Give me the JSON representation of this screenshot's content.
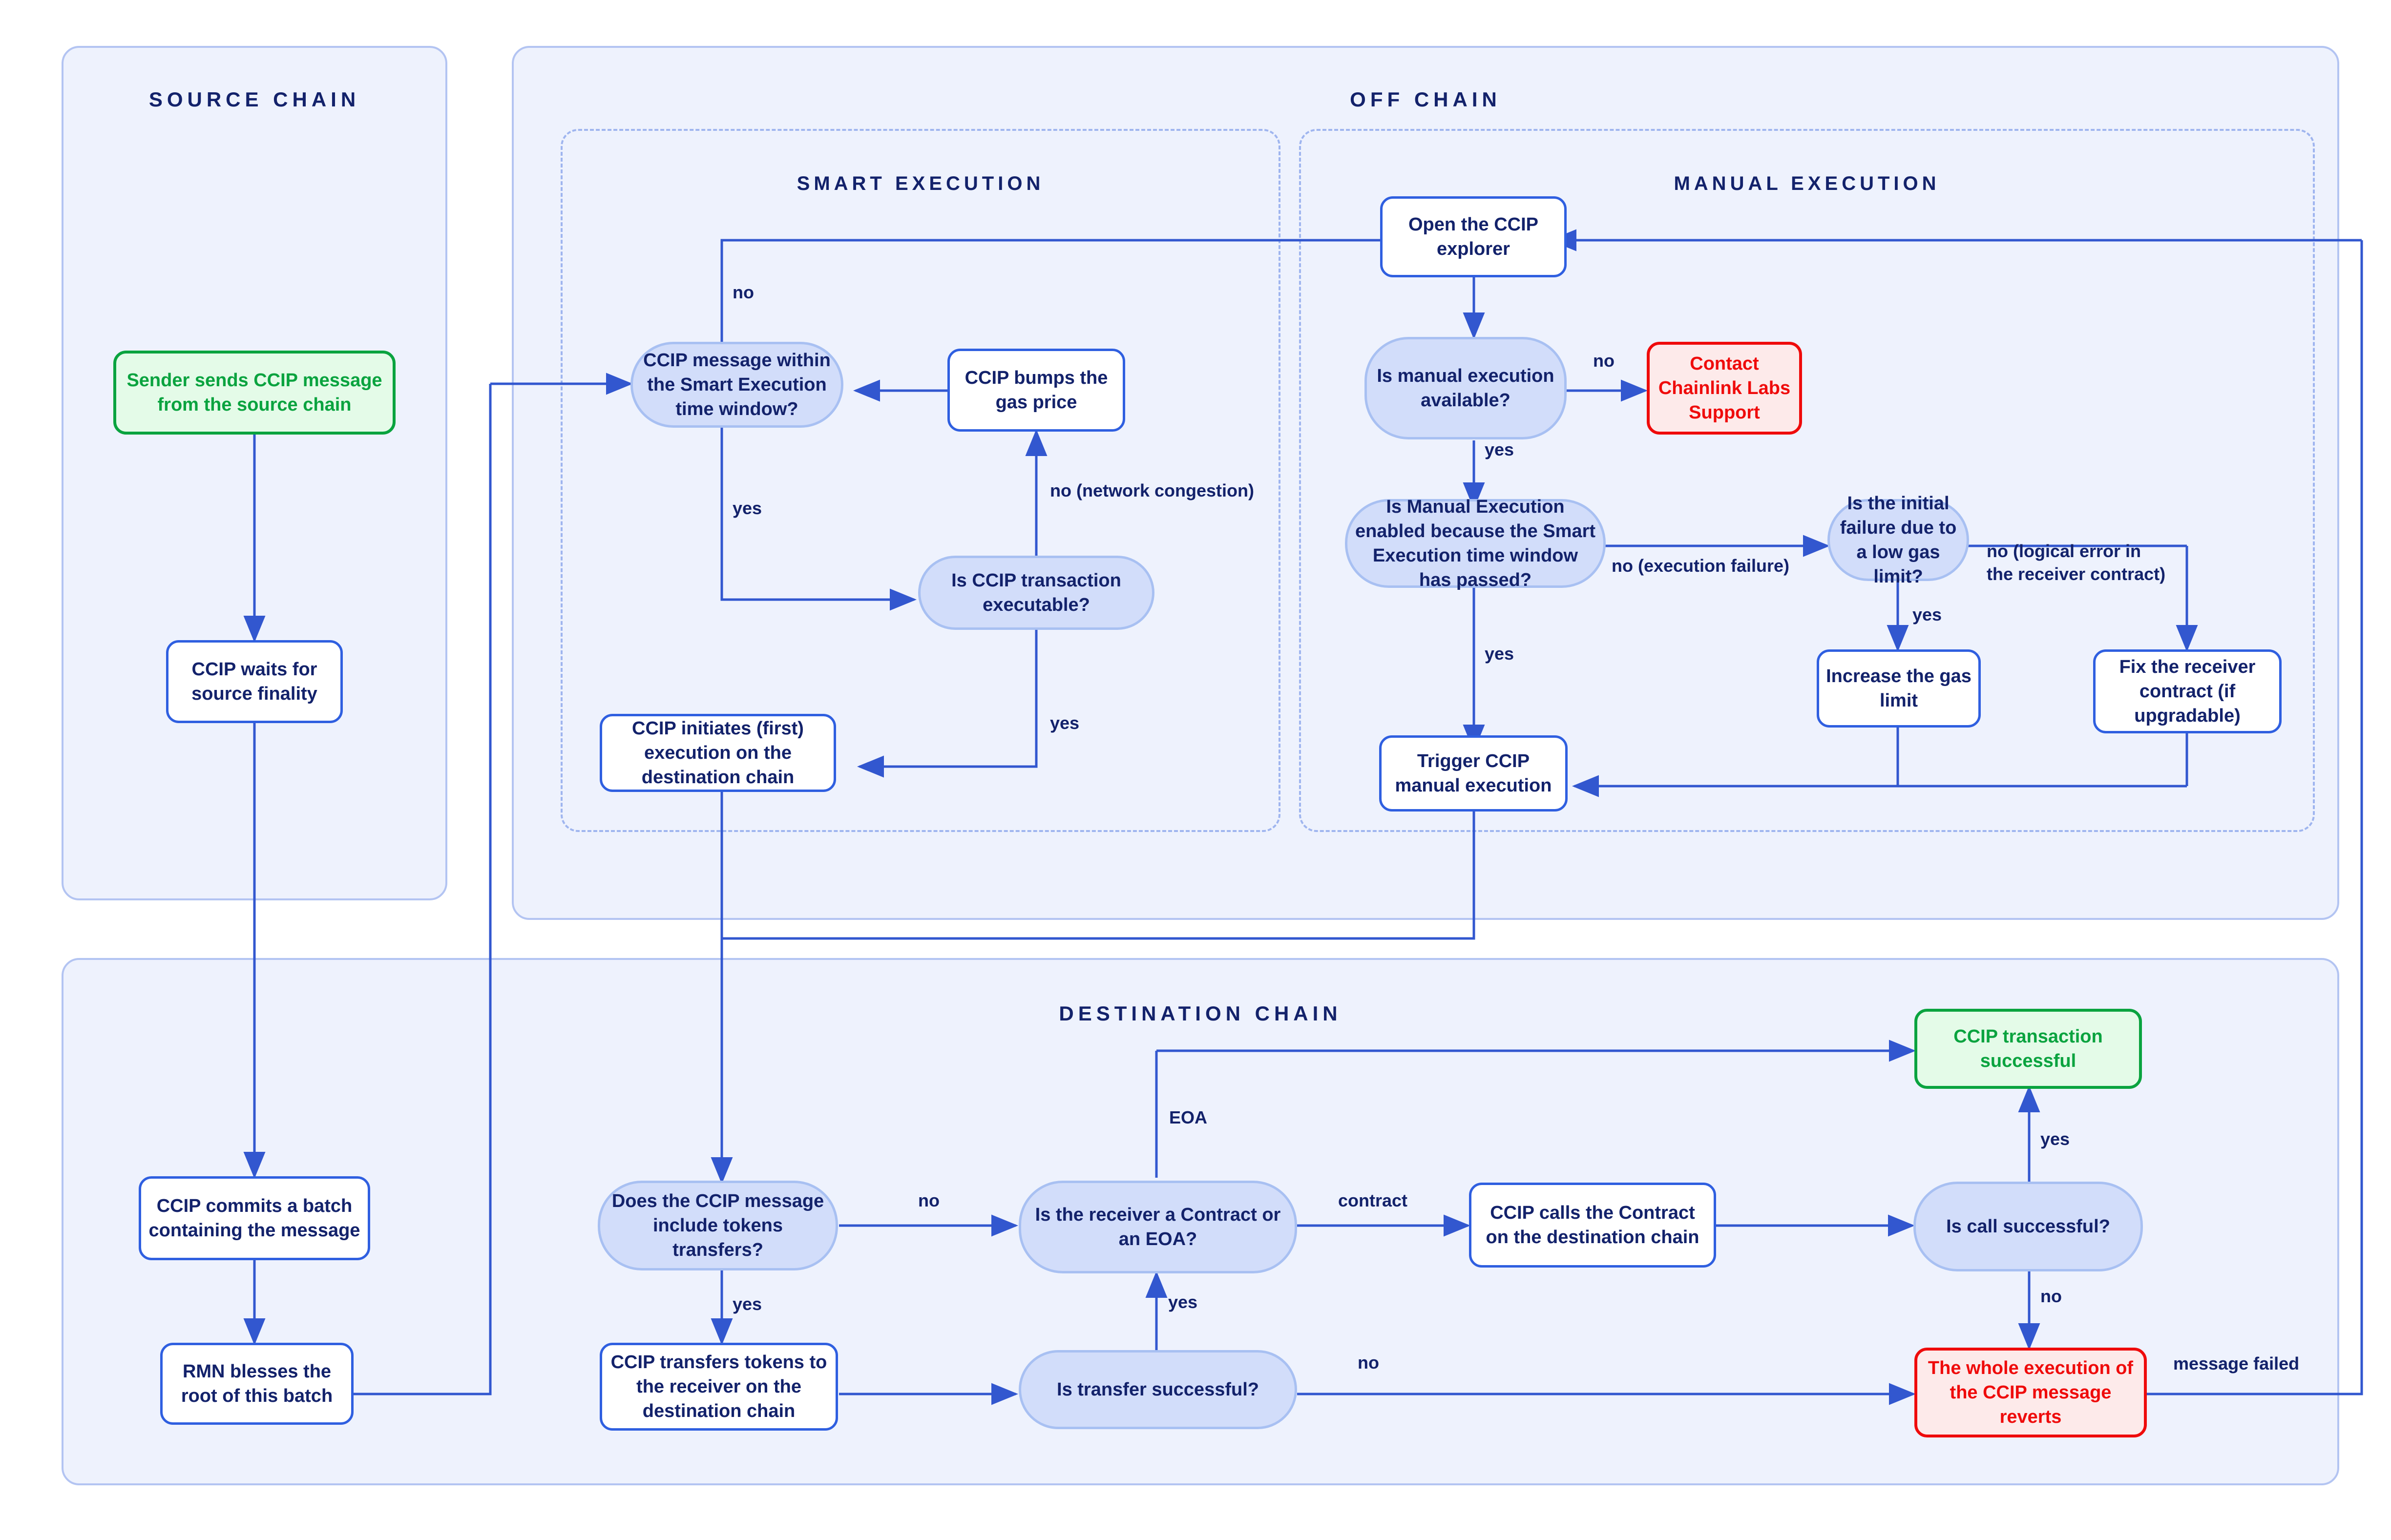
{
  "diagram": {
    "title": "CCIP execution flow",
    "colors": {
      "group_bg": "#eef2fd",
      "group_border": "#b3c4f2",
      "subgroup_border": "#9fb5ef",
      "process_border": "#2f5fe0",
      "decision_fill": "#d2ddfa",
      "decision_border": "#a8c0f2",
      "text_navy": "#13226b",
      "success_green": "#0aa33f",
      "error_red": "#ef0b0b",
      "wire_blue": "#3257cf"
    }
  },
  "groups": {
    "source_chain": {
      "title": "SOURCE CHAIN"
    },
    "off_chain": {
      "title": "OFF CHAIN"
    },
    "smart_execution": {
      "title": "SMART EXECUTION"
    },
    "manual_execution": {
      "title": "MANUAL EXECUTION"
    },
    "destination_chain": {
      "title": "DESTINATION CHAIN"
    }
  },
  "nodes": {
    "sender_sends": {
      "label": "Sender sends CCIP message from the source chain",
      "type": "success"
    },
    "waits_finality": {
      "label": "CCIP waits for source finality",
      "type": "process"
    },
    "commits_batch": {
      "label": "CCIP commits a batch containing the message",
      "type": "process"
    },
    "rmn_blesses": {
      "label": "RMN blesses the root of this batch",
      "type": "process"
    },
    "msg_within_window": {
      "label": "CCIP message within the Smart Execution time window?",
      "type": "decision"
    },
    "bumps_gas": {
      "label": "CCIP bumps the gas price",
      "type": "process"
    },
    "is_executable": {
      "label": "Is CCIP transaction executable?",
      "type": "decision"
    },
    "initiates_exec": {
      "label": "CCIP initiates (first) execution on the destination chain",
      "type": "process"
    },
    "open_explorer": {
      "label": "Open the CCIP explorer",
      "type": "process"
    },
    "manual_available": {
      "label": "Is manual execution available?",
      "type": "decision"
    },
    "contact_support": {
      "label": "Contact Chainlink Labs Support",
      "type": "error"
    },
    "manual_enabled": {
      "label": "Is Manual Execution enabled because the Smart Execution time window has passed?",
      "type": "decision"
    },
    "initial_failure_gas": {
      "label": "Is the initial failure due to a low gas limit?",
      "type": "decision"
    },
    "increase_gas": {
      "label": "Increase the gas limit",
      "type": "process"
    },
    "fix_receiver": {
      "label": "Fix the receiver contract (if upgradable)",
      "type": "process"
    },
    "trigger_manual": {
      "label": "Trigger CCIP manual execution",
      "type": "process"
    },
    "includes_tokens": {
      "label": "Does the CCIP message include tokens transfers?",
      "type": "decision"
    },
    "transfers_tokens": {
      "label": "CCIP transfers tokens to the receiver on the destination chain",
      "type": "process"
    },
    "transfer_successful": {
      "label": "Is transfer successful?",
      "type": "decision"
    },
    "receiver_contract_or_eoa": {
      "label": "Is the receiver a Contract or an EOA?",
      "type": "decision"
    },
    "calls_contract": {
      "label": "CCIP calls the Contract on the destination chain",
      "type": "process"
    },
    "call_successful": {
      "label": "Is call successful?",
      "type": "decision"
    },
    "tx_successful": {
      "label": "CCIP transaction successful",
      "type": "success"
    },
    "whole_reverts": {
      "label": "The whole execution of the CCIP message reverts",
      "type": "error"
    }
  },
  "edge_labels": {
    "window_no": "no",
    "window_yes": "yes",
    "executable_no": "no (network congestion)",
    "executable_yes": "yes",
    "manual_available_no": "no",
    "manual_available_yes": "yes",
    "manual_enabled_no": "no (execution failure)",
    "manual_enabled_yes": "yes",
    "gas_limit_yes": "yes",
    "gas_limit_no": "no (logical error in the receiver contract)",
    "tokens_no": "no",
    "tokens_yes": "yes",
    "transfer_no": "no",
    "transfer_yes": "yes",
    "receiver_eoa": "EOA",
    "receiver_contract": "contract",
    "call_yes": "yes",
    "call_no": "no",
    "message_failed": "message failed"
  }
}
